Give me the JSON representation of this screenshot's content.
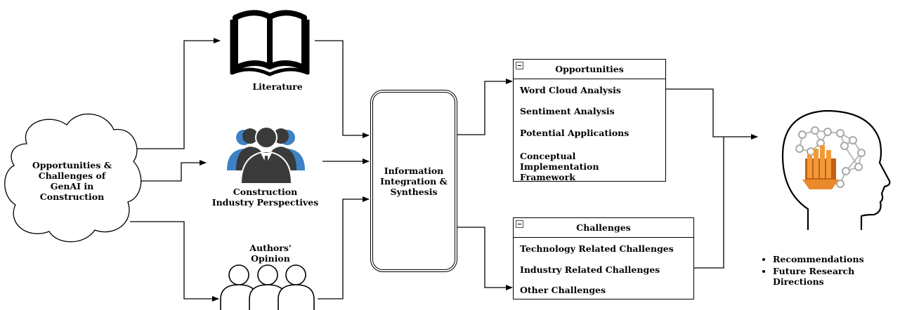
{
  "diagram": {
    "source": "Opportunities & Challenges of GenAI in Construction",
    "inputs": {
      "literature": "Literature",
      "industry": "Construction Industry Perspectives",
      "authors": "Authors' Opinion"
    },
    "process": "Information Integration & Synthesis",
    "opportunities": {
      "title": "Opportunities",
      "items": [
        "Word Cloud Analysis",
        "Sentiment Analysis",
        "Potential Applications",
        "Conceptual Implementation Framework"
      ]
    },
    "challenges": {
      "title": "Challenges",
      "items": [
        "Technology Related Challenges",
        "Industry Related Challenges",
        "Other Challenges"
      ]
    },
    "outputs": [
      "Recommendations",
      "Future Research Directions"
    ]
  },
  "icons": {
    "book": "book-icon",
    "people": "business-people-icon",
    "authors": "authors-group-icon",
    "ai_head": "ai-head-icon",
    "accent_blue": "#3c82c4",
    "accent_orange": "#e8892b"
  }
}
